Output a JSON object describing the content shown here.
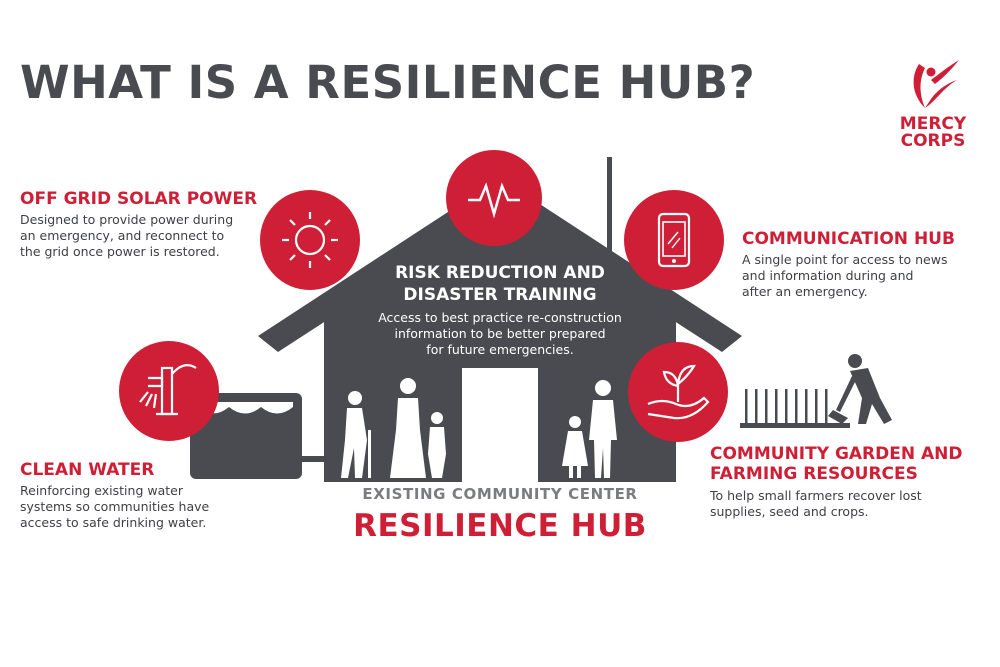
{
  "title": "WHAT IS A RESILIENCE HUB?",
  "logo": {
    "line1": "MERCY",
    "line2": "CORPS"
  },
  "colors": {
    "red": "#cf1f36",
    "gray": "#4a4b50",
    "white": "#ffffff"
  },
  "features": {
    "solar": {
      "heading": "OFF GRID SOLAR POWER",
      "description": "Designed to provide power during\nan emergency, and reconnect to\nthe grid once power is restored.",
      "icon": "sun-icon"
    },
    "water": {
      "heading": "CLEAN WATER",
      "description": "Reinforcing existing water\nsystems so communities have\naccess to safe drinking water.",
      "icon": "water-pump-icon"
    },
    "training": {
      "heading": "RISK REDUCTION AND\nDISASTER TRAINING",
      "description": "Access to best practice re-construction\ninformation to be better prepared\nfor future emergencies.",
      "icon": "pulse-line-icon"
    },
    "communication": {
      "heading": "COMMUNICATION HUB",
      "description": "A single point for access to news\nand information during and\nafter an emergency.",
      "icon": "smartphone-icon"
    },
    "garden": {
      "heading": "COMMUNITY GARDEN AND\nFARMING RESOURCES",
      "description": "To help small farmers recover lost\nsupplies, seed and crops.",
      "icon": "seedling-hand-icon"
    }
  },
  "center": {
    "existing": "EXISTING COMMUNITY CENTER",
    "hub": "RESILIENCE HUB"
  }
}
